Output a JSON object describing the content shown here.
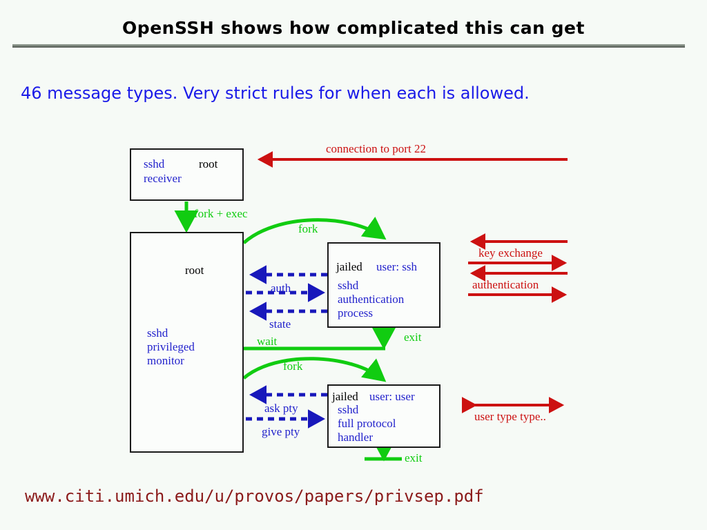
{
  "slide": {
    "title": "OpenSSH shows how complicated this can get",
    "subtitle": "46 message types.  Very strict rules for when each is allowed.",
    "footer_url": "www.citi.umich.edu/u/provos/papers/privsep.pdf",
    "background_color": "#f6faf6",
    "rule_color": "#7d867d"
  },
  "colors": {
    "blue": "#2222cc",
    "green": "#11cc11",
    "red": "#cc1111",
    "black": "#000000",
    "subtitle_blue": "#1a1ae8",
    "url_dark_red": "#8b1a1a"
  },
  "diagram": {
    "boxes": [
      {
        "id": "receiver",
        "title_left": "sshd",
        "title_right": "root",
        "lines": [
          "receiver"
        ]
      },
      {
        "id": "monitor",
        "title_right": "root",
        "lines": [
          "sshd",
          "privileged",
          "monitor"
        ]
      },
      {
        "id": "auth",
        "title_left": "jailed",
        "title_right": "user: ssh",
        "lines": [
          "sshd",
          "authentication",
          "process"
        ]
      },
      {
        "id": "handler",
        "title_left": "jailed",
        "title_right": "user: user",
        "lines": [
          "sshd",
          "full protocol",
          "handler"
        ]
      }
    ],
    "green_labels": {
      "fork_exec": "fork + exec",
      "fork_1": "fork",
      "fork_2": "fork",
      "wait": "wait",
      "exit_1": "exit",
      "exit_2": "exit"
    },
    "blue_labels": {
      "auth": "auth",
      "state": "state",
      "ask_pty": "ask pty",
      "give_pty": "give pty"
    },
    "red_labels": {
      "connection": "connection to port 22",
      "key_exchange": "key exchange",
      "authentication": "authentication",
      "user_type": "user type type.."
    }
  }
}
